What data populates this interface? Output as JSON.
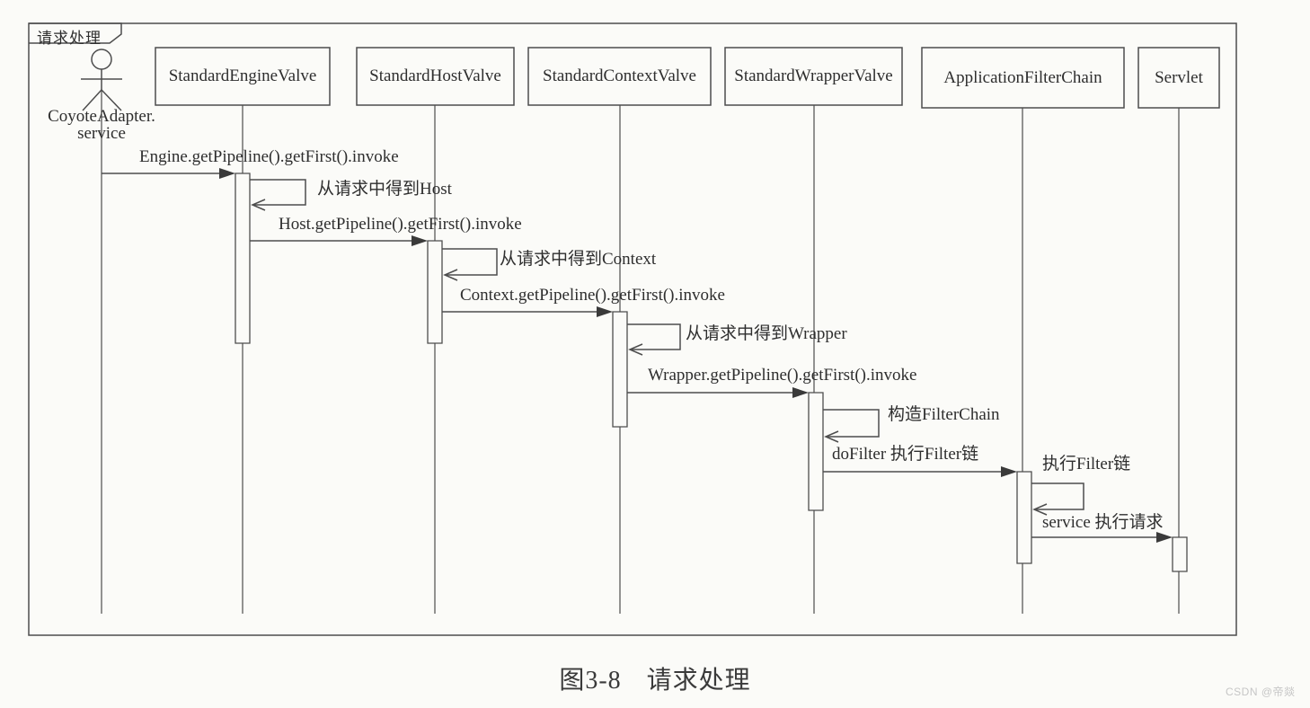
{
  "frame": {
    "title": "请求处理"
  },
  "actor": {
    "label_line1": "CoyoteAdapter.",
    "label_line2": "service"
  },
  "participants": [
    {
      "name": "StandardEngineValve"
    },
    {
      "name": "StandardHostValve"
    },
    {
      "name": "StandardContextValve"
    },
    {
      "name": "StandardWrapperValve"
    },
    {
      "name": "ApplicationFilterChain"
    },
    {
      "name": "Servlet"
    }
  ],
  "messages": [
    {
      "label": "Engine.getPipeline().getFirst().invoke",
      "type": "call",
      "from": "CoyoteAdapter.service",
      "to": "StandardEngineValve"
    },
    {
      "label": "从请求中得到Host",
      "type": "self",
      "from": "StandardEngineValve",
      "to": "StandardEngineValve"
    },
    {
      "label": "Host.getPipeline().getFirst().invoke",
      "type": "call",
      "from": "StandardEngineValve",
      "to": "StandardHostValve"
    },
    {
      "label": "从请求中得到Context",
      "type": "self",
      "from": "StandardHostValve",
      "to": "StandardHostValve"
    },
    {
      "label": "Context.getPipeline().getFirst().invoke",
      "type": "call",
      "from": "StandardHostValve",
      "to": "StandardContextValve"
    },
    {
      "label": "从请求中得到Wrapper",
      "type": "self",
      "from": "StandardContextValve",
      "to": "StandardContextValve"
    },
    {
      "label": "Wrapper.getPipeline().getFirst().invoke",
      "type": "call",
      "from": "StandardContextValve",
      "to": "StandardWrapperValve"
    },
    {
      "label": "构造FilterChain",
      "type": "self",
      "from": "StandardWrapperValve",
      "to": "StandardWrapperValve"
    },
    {
      "label": "doFilter 执行Filter链",
      "type": "call",
      "from": "StandardWrapperValve",
      "to": "ApplicationFilterChain"
    },
    {
      "label": "执行Filter链",
      "type": "self",
      "from": "ApplicationFilterChain",
      "to": "ApplicationFilterChain"
    },
    {
      "label": "service 执行请求",
      "type": "call",
      "from": "ApplicationFilterChain",
      "to": "Servlet"
    }
  ],
  "caption": {
    "figure_number": "图3-8",
    "figure_title": "请求处理"
  },
  "watermark": "CSDN @帝燚",
  "colors": {
    "line": "#4d4d4d",
    "text": "#2e2e2e",
    "background": "#fbfbf8",
    "watermark": "#c6c6c6"
  }
}
